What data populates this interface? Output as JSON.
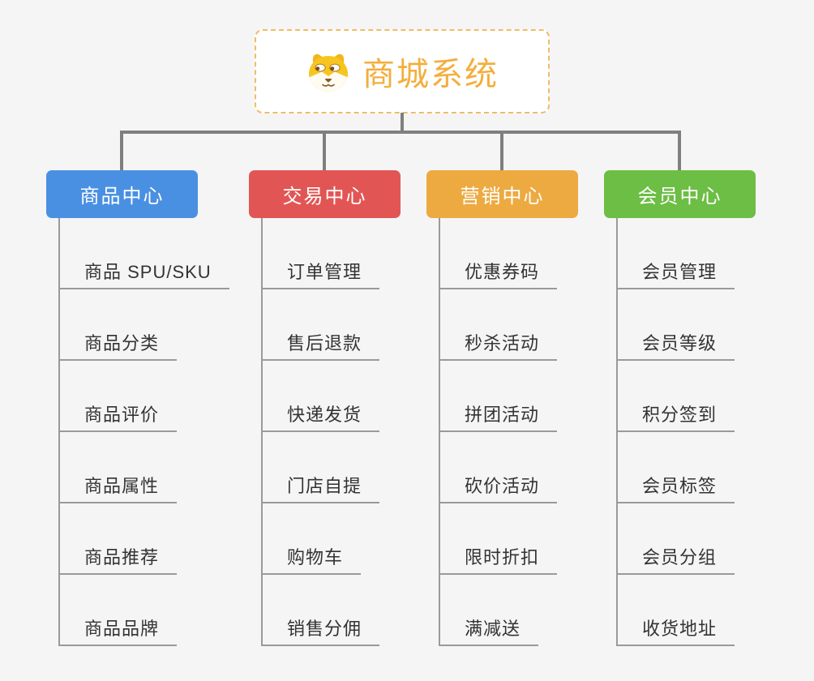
{
  "page": {
    "background_color": "#f5f5f5",
    "connector_color": "#7f7f7f",
    "leaf_line_color": "#9a9a9a"
  },
  "root": {
    "title": "商城系统",
    "icon": "doge-icon",
    "title_color": "#f4ae3d",
    "border_color": "#f0bc68"
  },
  "branches": [
    {
      "label": "商品中心",
      "color": "#4a90e2",
      "children": [
        "商品 SPU/SKU",
        "商品分类",
        "商品评价",
        "商品属性",
        "商品推荐",
        "商品品牌"
      ]
    },
    {
      "label": "交易中心",
      "color": "#e15654",
      "children": [
        "订单管理",
        "售后退款",
        "快递发货",
        "门店自提",
        "购物车",
        "销售分佣"
      ]
    },
    {
      "label": "营销中心",
      "color": "#ecaa41",
      "children": [
        "优惠券码",
        "秒杀活动",
        "拼团活动",
        "砍价活动",
        "限时折扣",
        "满减送"
      ]
    },
    {
      "label": "会员中心",
      "color": "#6cbe44",
      "children": [
        "会员管理",
        "会员等级",
        "积分签到",
        "会员标签",
        "会员分组",
        "收货地址"
      ]
    }
  ]
}
